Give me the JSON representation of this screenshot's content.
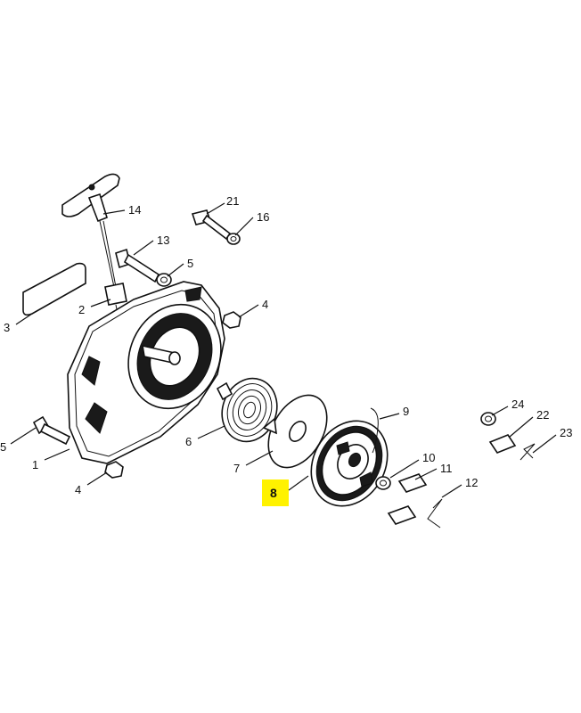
{
  "callouts": [
    {
      "id": "14",
      "text": "14"
    },
    {
      "id": "21",
      "text": "21"
    },
    {
      "id": "16",
      "text": "16"
    },
    {
      "id": "13",
      "text": "13"
    },
    {
      "id": "5a",
      "text": "5"
    },
    {
      "id": "4a",
      "text": "4"
    },
    {
      "id": "3",
      "text": "3"
    },
    {
      "id": "2",
      "text": "2"
    },
    {
      "id": "9",
      "text": "9"
    },
    {
      "id": "24",
      "text": "24"
    },
    {
      "id": "22",
      "text": "22"
    },
    {
      "id": "23",
      "text": "23"
    },
    {
      "id": "6",
      "text": "6"
    },
    {
      "id": "5b",
      "text": "5"
    },
    {
      "id": "1",
      "text": "1"
    },
    {
      "id": "7",
      "text": "7"
    },
    {
      "id": "10",
      "text": "10"
    },
    {
      "id": "11",
      "text": "11"
    },
    {
      "id": "12",
      "text": "12"
    },
    {
      "id": "4b",
      "text": "4"
    },
    {
      "id": "8",
      "text": "8"
    }
  ],
  "highlight": {
    "callout": "8",
    "color": "#fff200"
  }
}
